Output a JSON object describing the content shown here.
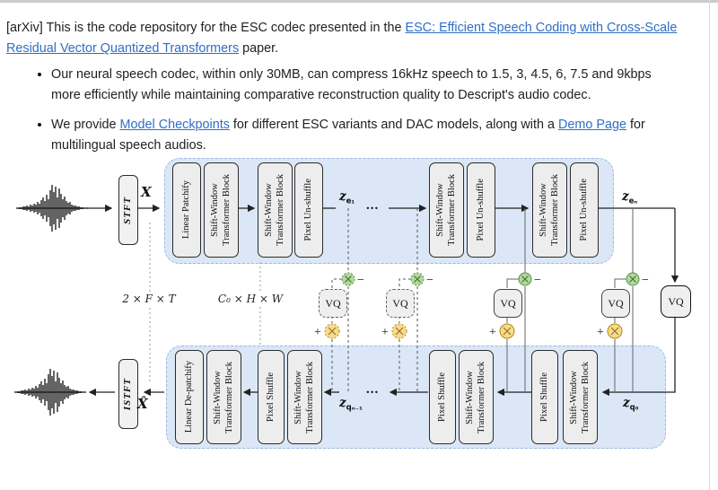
{
  "colors": {
    "link_blue": "#2f6ec7",
    "region_fill": "#dbe7f7",
    "region_border": "#9cbbe2",
    "block_fill": "#ededed",
    "block_border": "#2b2b2b",
    "green_node": "#b2d89e",
    "yellow_node": "#f6db8f"
  },
  "intro": {
    "prefix": "[arXiv] This is the code repository for the ESC codec presented in the ",
    "link": "ESC: Efficient Speech Coding with Cross-Scale Residual Vector Quantized Transformers",
    "suffix": " paper."
  },
  "bullets": {
    "item1": "Our neural speech codec, within only 30MB, can compress 16kHz speech to 1.5, 3, 4.5, 6, 7.5 and 9kbps more efficiently while maintaining comparative reconstruction quality to Descript's audio codec.",
    "item2": {
      "t1": "We provide ",
      "link1": "Model Checkpoints",
      "t2": " for different ESC variants and DAC models, along with a ",
      "link2": "Demo Page",
      "t3": " for multilingual speech audios."
    }
  },
  "diagram": {
    "stft": "STFT",
    "istft": "ISTFT",
    "x_in": "X",
    "x_out": "X̂",
    "dims": {
      "d1": "2 × F × T",
      "d2": "C₀ × H × W"
    },
    "latents": {
      "ze1": {
        "b": "z",
        "s": "e₁"
      },
      "zen": {
        "b": "z",
        "s": "eₙ"
      },
      "zqn1": {
        "b": "z",
        "s": "qₙ₋₁"
      },
      "zq0": {
        "b": "z",
        "s": "q₀"
      }
    },
    "vq_label": "VQ",
    "ops": {
      "minus": "−",
      "plus": "+"
    },
    "dots": "...",
    "encoder_blocks": [
      "Linear Patchify",
      "Shift-Window\nTransformer Block",
      "Shift-Window\nTransformer Block",
      "Pixel Un-shuffle",
      "Shift-Window\nTransformer Block",
      "Pixel Un-shuffle",
      "Shift-Window\nTransformer Block",
      "Pixel Un-shuffle"
    ],
    "decoder_blocks": [
      "Linear De-patchify",
      "Shift-Window\nTransformer Block",
      "Pixel Shuffle",
      "Shift-Window\nTransformer Block",
      "Pixel Shuffle",
      "Shift-Window\nTransformer Block",
      "Pixel Shuffle",
      "Shift-Window\nTransformer Block"
    ]
  }
}
